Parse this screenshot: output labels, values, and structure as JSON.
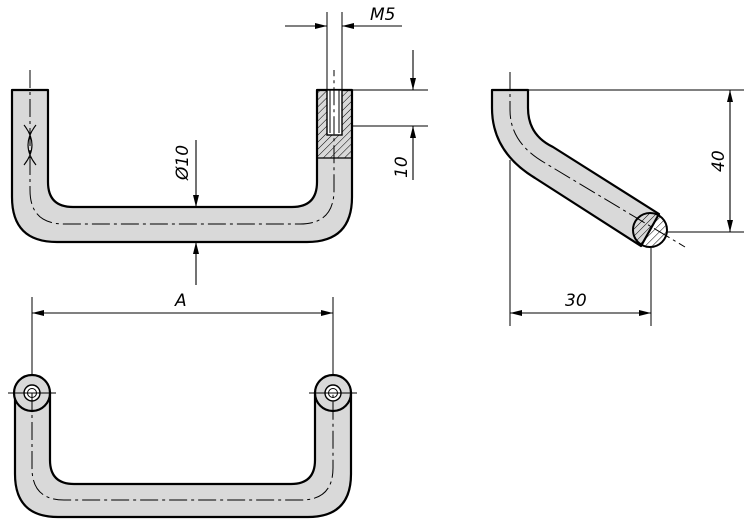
{
  "dimensions": {
    "thread": "M5",
    "diameter": "Ø10",
    "thread_depth": "10",
    "height": "40",
    "offset": "30",
    "span": "A"
  },
  "colors": {
    "tube_fill": "#d9d9d9",
    "line": "#000000",
    "background": "#ffffff"
  }
}
